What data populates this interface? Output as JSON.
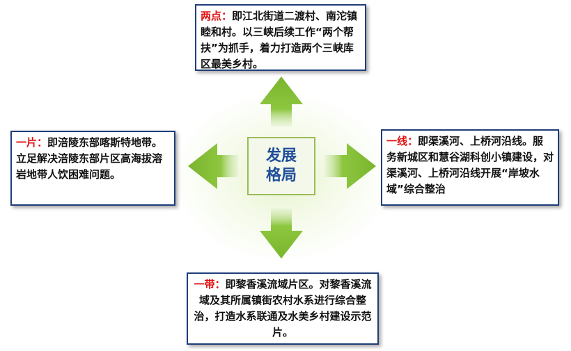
{
  "center": {
    "line1": "发展",
    "line2": "格局"
  },
  "top": {
    "title": "两点：",
    "text": "即江北街道二渡村、南沱镇睦和村。以三峡后续工作“两个帮扶”为抓手，着力打造两个三峡库区最美乡村。"
  },
  "left": {
    "title": "一片：",
    "text": "即涪陵东部喀斯特地带。立足解决涪陵东部片区高海拔溶岩地带人饮困难问题。"
  },
  "right": {
    "title": "一线：",
    "text": "即渠溪河、上桥河沿线。服务新城区和慧谷湖科创小镇建设，对渠溪河、上桥河沿线开展“岸坡水域”综合整治"
  },
  "bottom": {
    "title": "一带：",
    "text": "即黎香溪流域片区。对黎香溪流域及其所属镇街农村水系进行综合整治，打造水系联通及水美乡村建设示范片。"
  },
  "colors": {
    "arrow": "#8dc63f",
    "box_border": "#1f3d7a",
    "title_red": "#e01010",
    "center_text": "#1f4e9a"
  }
}
